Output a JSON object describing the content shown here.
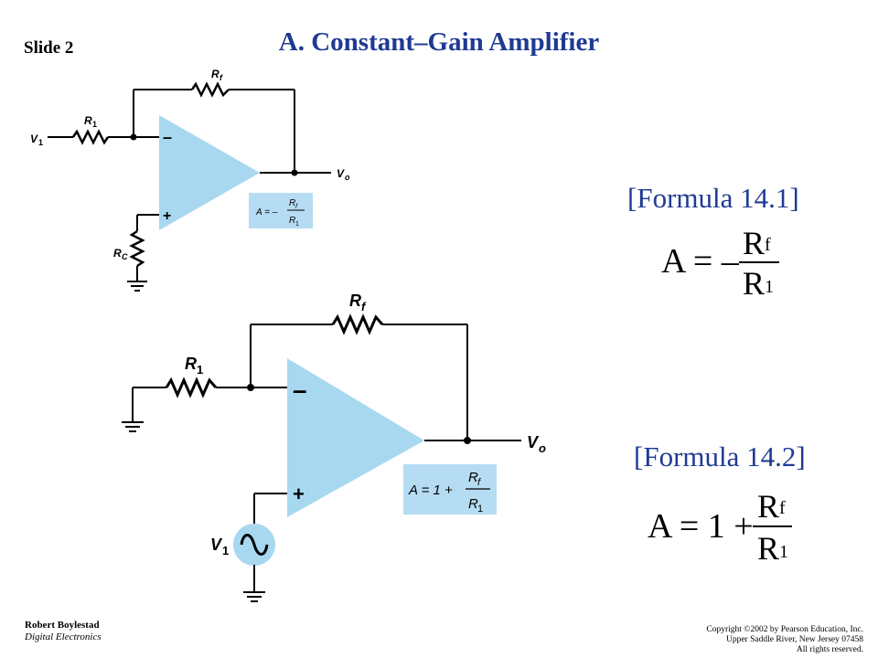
{
  "slide": {
    "label": "Slide 2",
    "title": "A. Constant–Gain Amplifier"
  },
  "circuit1": {
    "name": "inverting-amplifier",
    "labels": {
      "rf": "R",
      "rf_sub": "f",
      "r1": "R",
      "r1_sub": "1",
      "v1": "V",
      "v1_sub": "1",
      "vo": "V",
      "vo_sub": "o",
      "rc": "R",
      "rc_sub": "C",
      "minus": "–",
      "plus": "+"
    },
    "gain_box": {
      "lhs": "A = –",
      "num": "R",
      "num_sub": "f",
      "den": "R",
      "den_sub": "1"
    }
  },
  "circuit2": {
    "name": "noninverting-amplifier",
    "labels": {
      "rf": "R",
      "rf_sub": "f",
      "r1": "R",
      "r1_sub": "1",
      "v1": "V",
      "v1_sub": "1",
      "vo": "V",
      "vo_sub": "o",
      "minus": "–",
      "plus": "+"
    },
    "gain_box": {
      "lhs": "A = 1 +",
      "num": "R",
      "num_sub": "f",
      "den": "R",
      "den_sub": "1"
    }
  },
  "formulas": [
    {
      "label": "[Formula 14.1]",
      "lhs": "A = –",
      "num": "R",
      "num_sub": "f",
      "den": "R",
      "den_sub": "1"
    },
    {
      "label": "[Formula 14.2]",
      "lhs": "A = 1 +",
      "num": "R",
      "num_sub": "f",
      "den": "R",
      "den_sub": "1"
    }
  ],
  "footer": {
    "author": "Robert Boylestad",
    "book": "Digital Electronics",
    "copyright_1": "Copyright ©2002 by Pearson Education, Inc.",
    "copyright_2": "Upper Saddle River, New Jersey 07458",
    "copyright_3": "All rights reserved."
  },
  "colors": {
    "opamp_fill": "#a8d8f0",
    "gain_box_fill": "#b5dcf3",
    "title": "#1f3a93",
    "wire": "#000000"
  }
}
